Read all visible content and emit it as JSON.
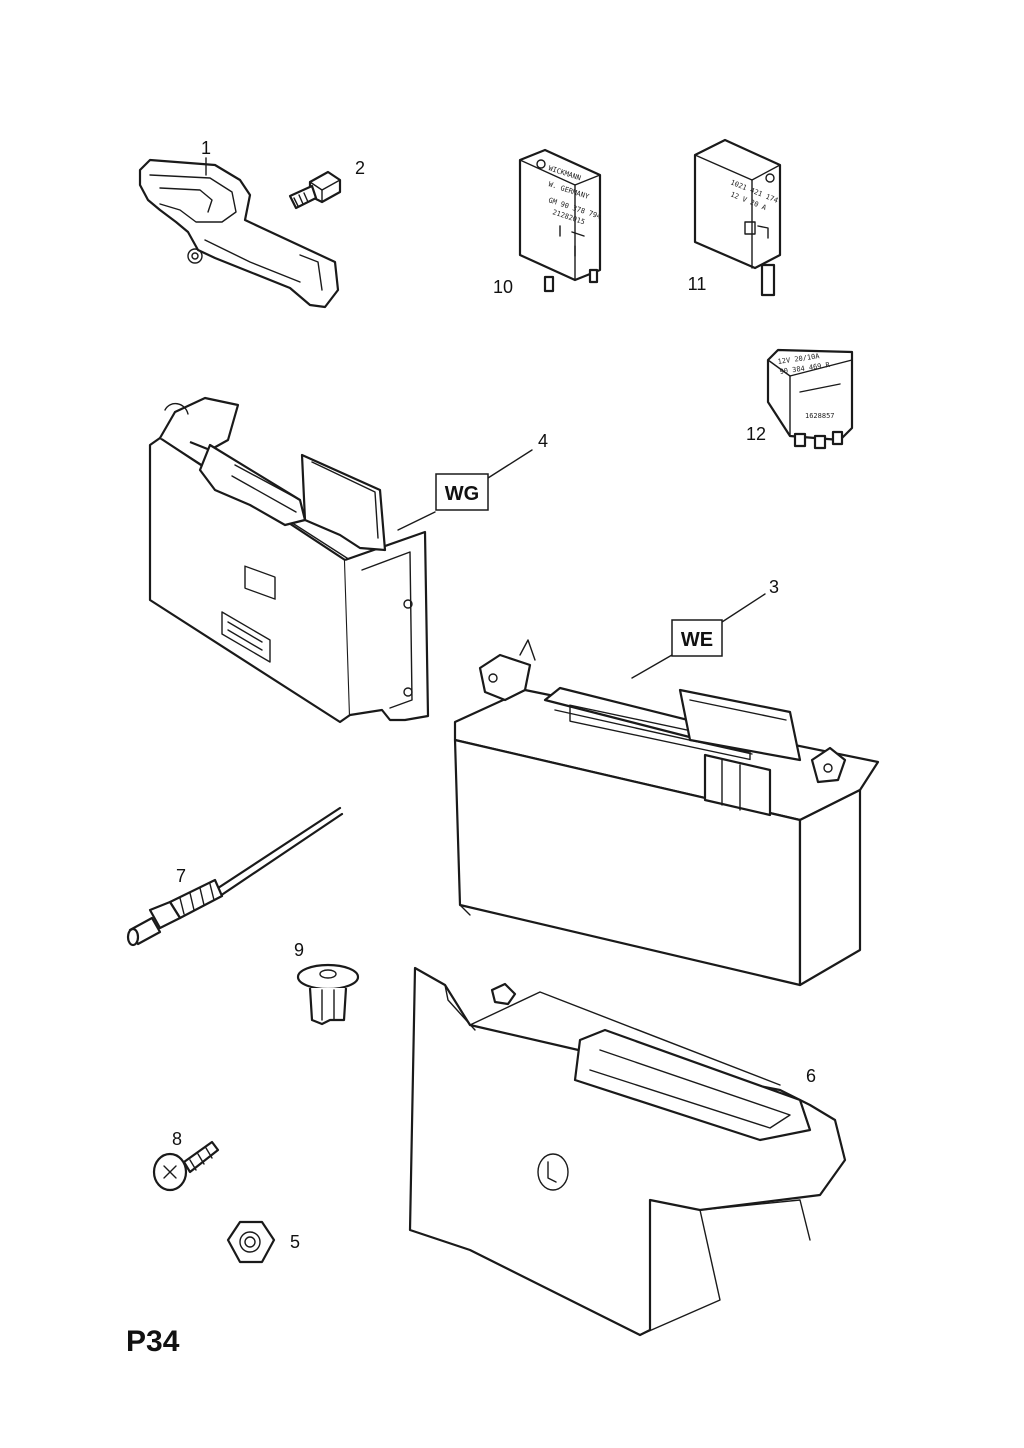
{
  "page_code": "P34",
  "callouts": {
    "p1": "1",
    "p2": "2",
    "p3": "3",
    "p4": "4",
    "p5": "5",
    "p6": "6",
    "p7": "7",
    "p8": "8",
    "p9": "9",
    "p10": "10",
    "p11": "11",
    "p12": "12"
  },
  "code_boxes": {
    "wg": "WG",
    "we": "WE"
  },
  "relay_markings": {
    "relay10": [
      "WICKMANN",
      "W. GERMANY",
      "GM 90 378 794",
      "21282015"
    ],
    "relay11": [
      "1021 421 174",
      "12 V 20 A"
    ],
    "relay12": [
      "12V 20/10A",
      "90 384 469 R",
      "1628857"
    ]
  }
}
